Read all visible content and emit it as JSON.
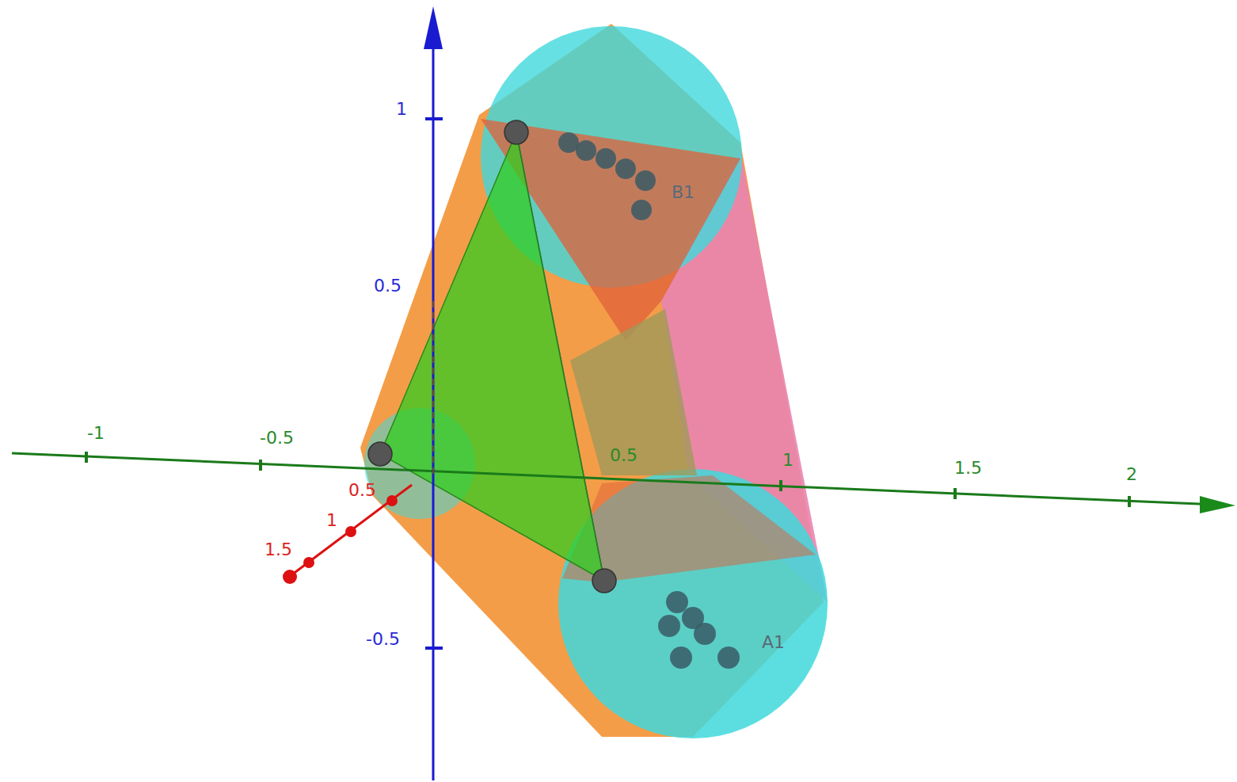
{
  "diagram": {
    "labels": [
      "1",
      "0.5",
      "-0.5",
      "-1",
      "-0.5",
      "1",
      "1.5",
      "2",
      "0.5",
      "0.5",
      "1",
      "1.5",
      "B1",
      "A1"
    ]
  }
}
